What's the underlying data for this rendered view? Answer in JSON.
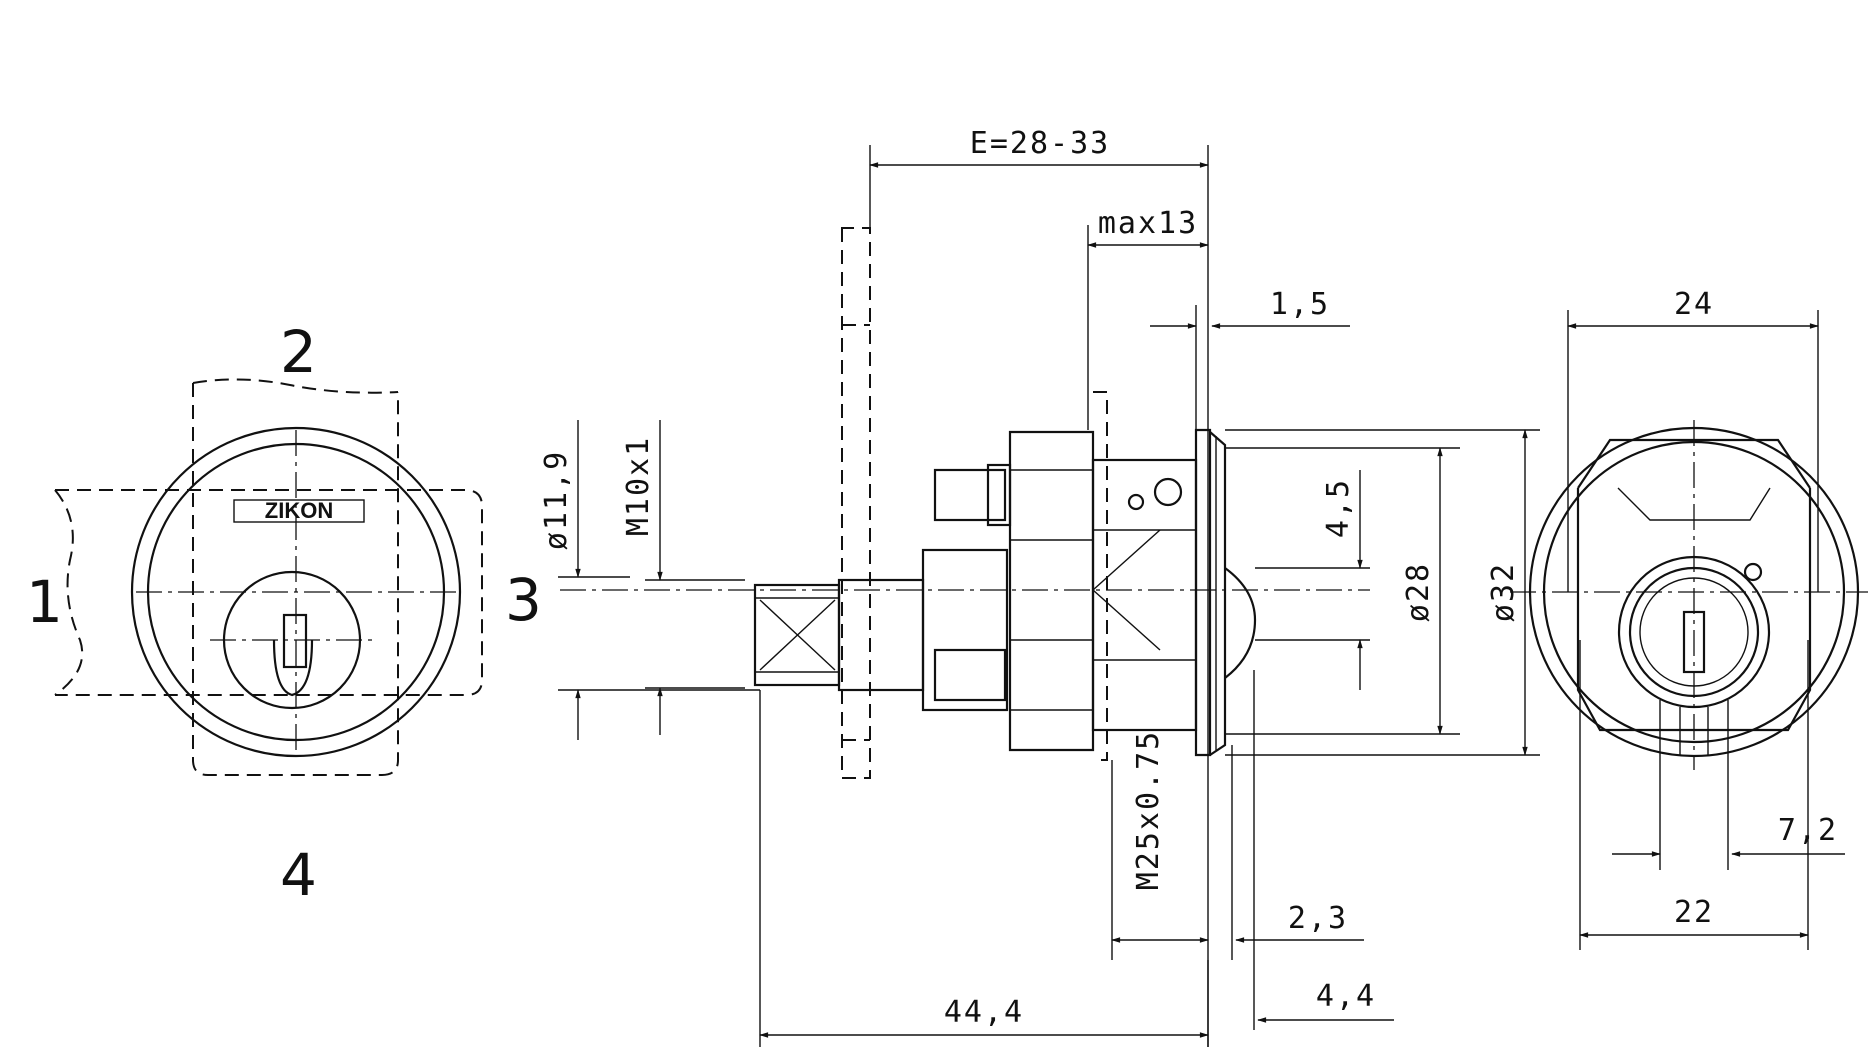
{
  "brand": "ZIKON",
  "callouts": {
    "c1": "1",
    "c2": "2",
    "c3": "3",
    "c4": "4"
  },
  "dimensions": {
    "e_range": "E=28-33",
    "max13": "max13",
    "d15": "1,5",
    "d4_5": "4,5",
    "dia11_9": "ø11,9",
    "m10x1": "M10x1",
    "dia28": "ø28",
    "dia32": "ø32",
    "m25": "M25x0.75",
    "d2_3": "2,3",
    "d44_4": "44,4",
    "d4_4": "4,4",
    "d24": "24",
    "d22": "22",
    "d7_2": "7,2"
  }
}
